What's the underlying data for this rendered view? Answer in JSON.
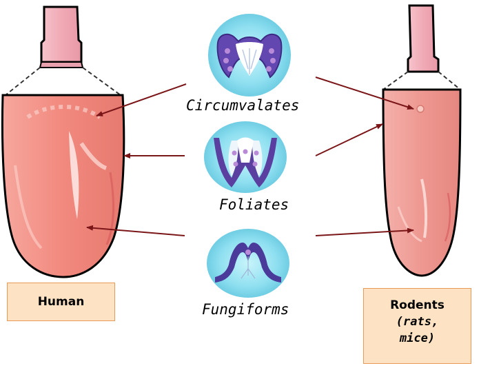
{
  "labels": {
    "circumvalates": "Circumvalates",
    "foliates": "Foliates",
    "fungiforms": "Fungiforms"
  },
  "boxes": {
    "human": "Human",
    "rodents_title": "Rodents",
    "rodents_line2": "(rats,",
    "rodents_line3": "mice)"
  },
  "colors": {
    "tongue_human": "#f2897e",
    "tongue_rodent": "#ee9891",
    "arrow": "#7a1518",
    "papilla_disc": "#8edff0",
    "papilla_tissue": "#5a3fa0",
    "box_fill": "#fde2c4",
    "box_border": "#e69a55"
  }
}
